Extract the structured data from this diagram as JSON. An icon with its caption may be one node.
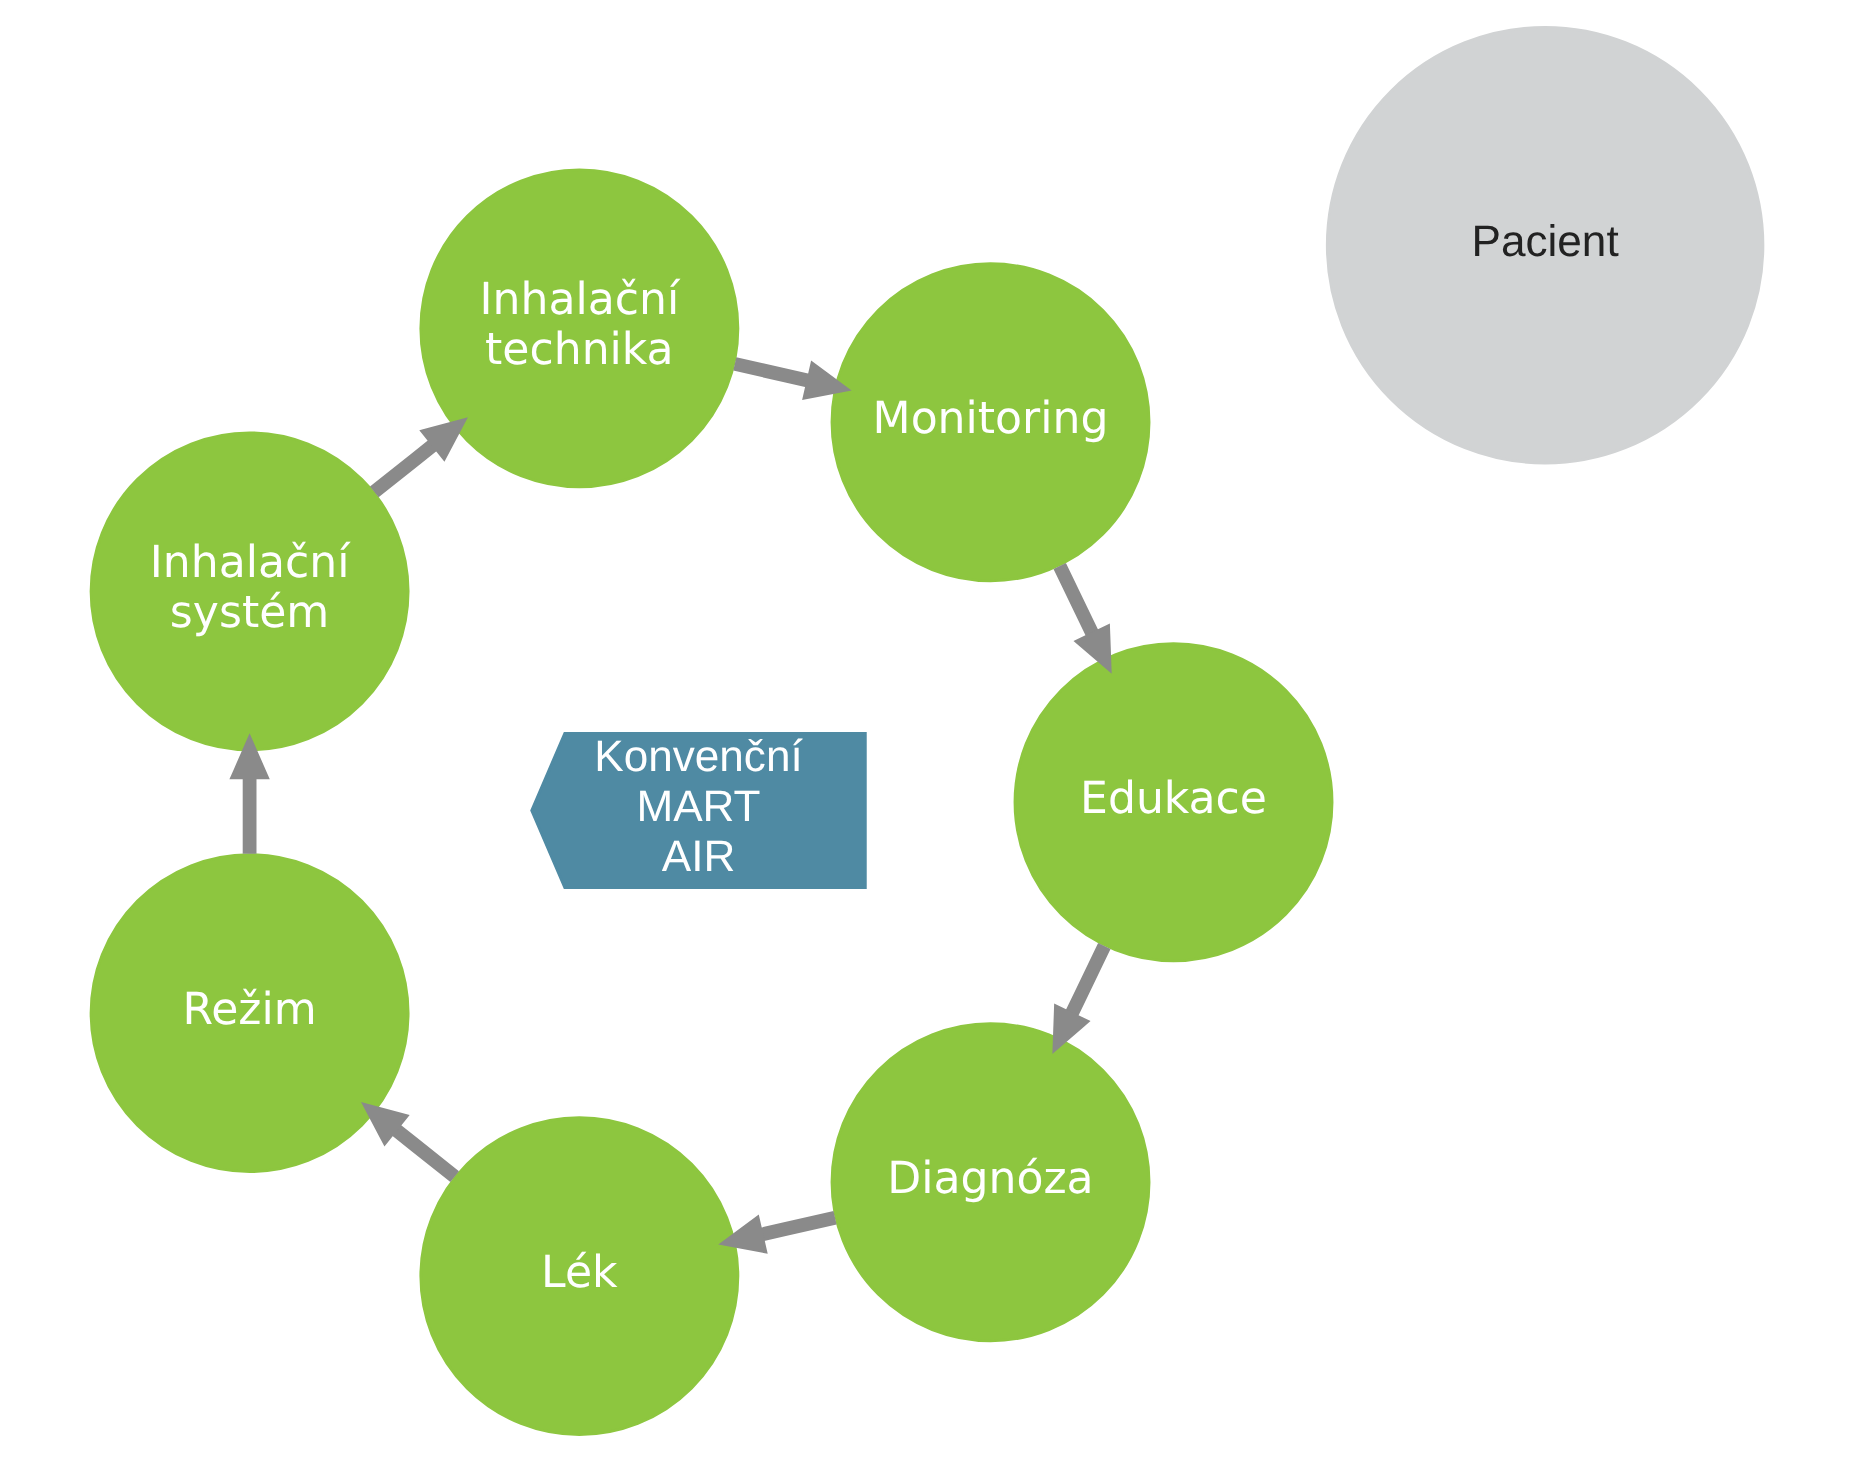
{
  "diagram": {
    "nodes": [
      {
        "text": [
          "Diagnóza"
        ]
      },
      {
        "text": [
          "Lék"
        ]
      },
      {
        "text": [
          "Režim"
        ]
      },
      {
        "text": [
          "Inhalační systém"
        ]
      },
      {
        "text": [
          "Inhalační technika"
        ]
      },
      {
        "text": [
          "Monitoring"
        ]
      },
      {
        "text": [
          "Edukace"
        ]
      },
      {
        "text": [
          "Pacient"
        ]
      },
      {
        "text": [
          "Konvenční",
          "MART",
          "AIR"
        ]
      }
    ],
    "edges": [
      {
        "from": 0,
        "to": 1,
        "arrow": "to"
      },
      {
        "from": 1,
        "to": 2,
        "arrow": "to"
      },
      {
        "from": 2,
        "to": 3,
        "arrow": "to"
      },
      {
        "from": 3,
        "to": 4,
        "arrow": "to"
      },
      {
        "from": 4,
        "to": 5,
        "arrow": "to"
      },
      {
        "from": 5,
        "to": 6,
        "arrow": "to"
      },
      {
        "from": 6,
        "to": 0,
        "arrow": "to"
      }
    ]
  }
}
